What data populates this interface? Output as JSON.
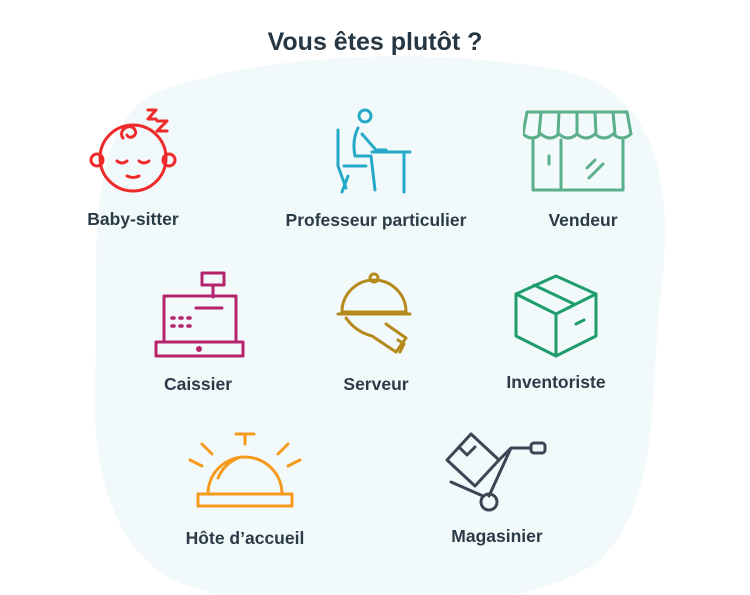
{
  "title": "Vous êtes plutôt ?",
  "colors": {
    "background_blob": "#f2f9fb",
    "heading": "#263743",
    "label": "#2b3b48"
  },
  "jobs": [
    {
      "label": "Baby-sitter",
      "icon": "sleeping-baby-icon",
      "color": "#ee2a2a"
    },
    {
      "label": "Professeur particulier",
      "icon": "person-at-desk-icon",
      "color": "#26a9c8"
    },
    {
      "label": "Vendeur",
      "icon": "shop-storefront-icon",
      "color": "#5aaf8a"
    },
    {
      "label": "Caissier",
      "icon": "cash-register-icon",
      "color": "#b5236b"
    },
    {
      "label": "Serveur",
      "icon": "serving-cloche-icon",
      "color": "#b58a1b"
    },
    {
      "label": "Inventoriste",
      "icon": "cardboard-box-icon",
      "color": "#1f9d6d"
    },
    {
      "label": "Hôte d’accueil",
      "icon": "reception-bell-icon",
      "color": "#f59a1b"
    },
    {
      "label": "Magasinier",
      "icon": "hand-truck-icon",
      "color": "#3b4654"
    }
  ]
}
